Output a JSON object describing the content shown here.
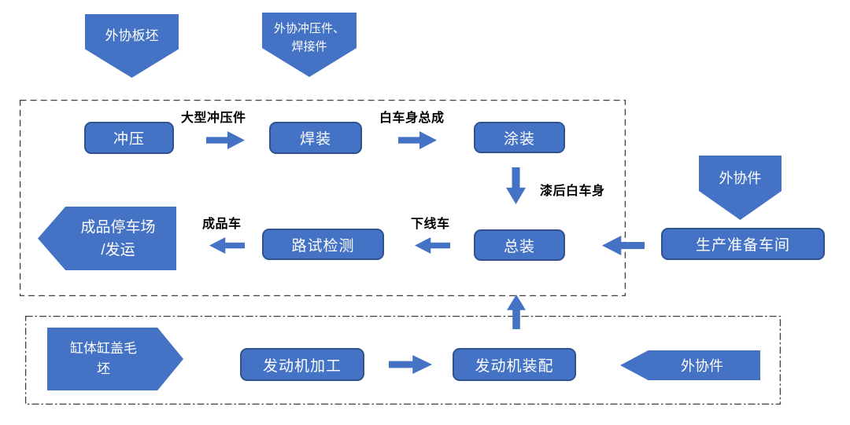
{
  "colors": {
    "shape_fill": "#4472C4",
    "shape_border": "#2F528F",
    "shape_text": "#FFFFFF",
    "label_text": "#000000",
    "boundary_stroke": "#404040"
  },
  "inputs": {
    "slab": "外协板坯",
    "stamp_weld_line1": "外协冲压件、",
    "stamp_weld_line2": "焊接件",
    "outsourced_parts_top": "外协件",
    "production_prep": "生产准备车间",
    "outsourced_parts_engine": "外协件",
    "engine_blank_line1": "缸体缸盖毛",
    "engine_blank_line2": "坯"
  },
  "vehicle_plant": {
    "stamping": "冲压",
    "welding": "焊装",
    "painting": "涂装",
    "final_assembly": "总装",
    "road_test": "路试检测",
    "parking_line1": "成品停车场",
    "parking_line2": "/发运"
  },
  "engine_plant": {
    "machining": "发动机加工",
    "assembly": "发动机装配"
  },
  "flow_labels": {
    "large_stampings": "大型冲压件",
    "body_in_white": "白车身总成",
    "painted_body": "漆后白车身",
    "offline_vehicle": "下线车",
    "finished_vehicle": "成品车"
  }
}
